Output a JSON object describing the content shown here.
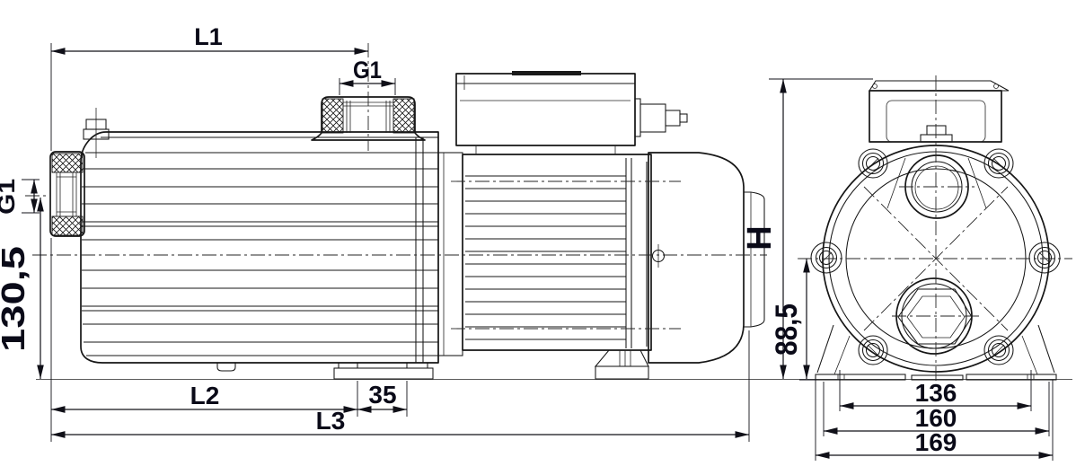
{
  "drawing": {
    "kind": "pump-outline-dimensional-drawing",
    "background": "#ffffff",
    "line_color": "#161616",
    "text_color": "#0a0a18"
  },
  "dimensions": {
    "l1": {
      "label": "L1"
    },
    "g1_discharge": {
      "label": "G1"
    },
    "g1_suction": {
      "label": "G1"
    },
    "suction_height": {
      "label": "130,5"
    },
    "l2": {
      "label": "L2"
    },
    "foot_gap": {
      "label": "35"
    },
    "l3": {
      "label": "L3"
    },
    "total_height": {
      "label": "H"
    },
    "axis_height": {
      "label": "88,5"
    },
    "slot_span": {
      "label": "136"
    },
    "foot_span": {
      "label": "160"
    },
    "base_width": {
      "label": "169"
    }
  }
}
